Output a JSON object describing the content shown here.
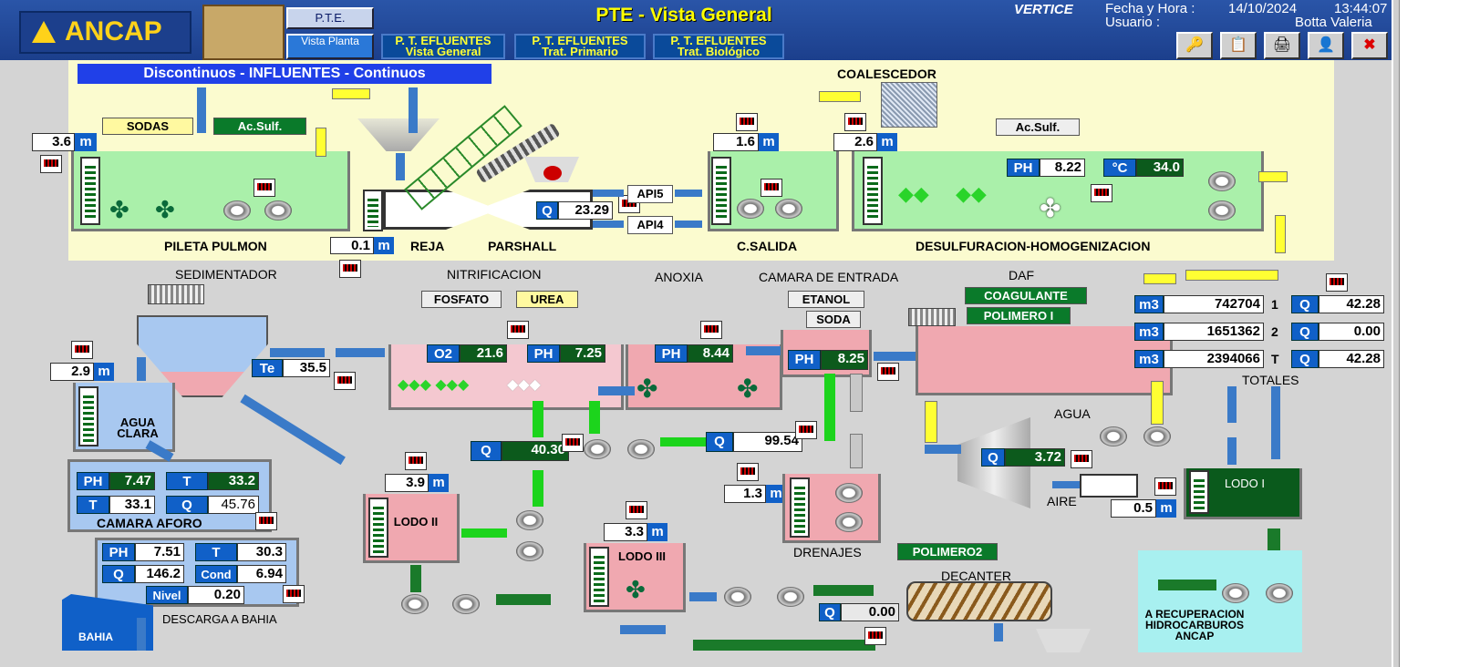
{
  "header": {
    "brand": "ANCAP",
    "buttons": {
      "pte": "P.T.E.",
      "vista_planta": "Vista Planta"
    },
    "tabs": [
      {
        "l1": "P. T. EFLUENTES",
        "l2": "Vista General"
      },
      {
        "l1": "P. T. EFLUENTES",
        "l2": "Trat. Primario"
      },
      {
        "l1": "P. T. EFLUENTES",
        "l2": "Trat. Biológico"
      }
    ],
    "title": "PTE - Vista General",
    "vendor": "VERTICE",
    "fecha_label": "Fecha y Hora :",
    "fecha_value": "14/10/2024",
    "hora_value": "13:44:07",
    "usuario_label": "Usuario :",
    "usuario_value": "Botta Valeria"
  },
  "influentes": "Discontinuos  -  INFLUENTES  -  Continuos",
  "labels": {
    "sodas": "SODAS",
    "acsulf1": "Ac.Sulf.",
    "acsulf2": "Ac.Sulf.",
    "pileta": "PILETA PULMON",
    "reja": "REJA",
    "parshall": "PARSHALL",
    "api5": "API5",
    "api4": "API4",
    "csalida": "C.SALIDA",
    "coalescedor": "COALESCEDOR",
    "desulf": "DESULFURACION-HOMOGENIZACION",
    "sedimentador": "SEDIMENTADOR",
    "nitrificacion": "NITRIFICACION",
    "anoxia": "ANOXIA",
    "camara_entrada": "CAMARA DE ENTRADA",
    "daf": "DAF",
    "fosfato": "FOSFATO",
    "urea": "UREA",
    "etanol": "ETANOL",
    "soda": "SODA",
    "coagulante": "COAGULANTE",
    "polimero1": "POLIMERO I",
    "polimero2": "POLIMERO2",
    "agua_clara": "AGUA CLARA",
    "camara_aforo": "CAMARA AFORO",
    "descarga": "DESCARGA A BAHIA",
    "bahia": "BAHIA",
    "lodo2": "LODO II",
    "lodo3": "LODO III",
    "lodo1": "LODO I",
    "drenajes": "DRENAJES",
    "decanter": "DECANTER",
    "agua": "AGUA",
    "aire": "AIRE",
    "totales": "TOTALES",
    "recuperacion": "A RECUPERACION HIDROCARBUROS ANCAP"
  },
  "units": {
    "m": "m",
    "m3": "m3",
    "q": "Q",
    "ph": "PH",
    "c": "°C",
    "te": "Te",
    "t": "T",
    "o2": "O2",
    "cond": "Cond",
    "nivel": "Nivel"
  },
  "values": {
    "pileta_level": "3.6",
    "reja_level": "0.1",
    "parshall_q": "23.29",
    "csalida_level": "1.6",
    "coal_level": "2.6",
    "desulf_ph": "8.22",
    "desulf_temp": "34.0",
    "sed_te": "35.5",
    "agua_clara_level": "2.9",
    "nitri_o2": "21.6",
    "nitri_ph": "7.25",
    "anox_ph": "8.44",
    "cam_ph": "8.25",
    "recirc_q": "40.30",
    "flow_q": "99.54",
    "lodo2_level": "3.9",
    "lodo3_level": "3.3",
    "drenajes_level": "1.3",
    "daf_q": "3.72",
    "aire_level": "0.5",
    "decanter_q": "0.00",
    "aforo_ph": "7.47",
    "aforo_t1": "33.2",
    "aforo_t2": "33.1",
    "aforo_q": "45.76",
    "bahia_ph": "7.51",
    "bahia_t": "30.3",
    "bahia_q": "146.2",
    "bahia_cond": "6.94",
    "bahia_nivel": "0.20",
    "totals": [
      {
        "m3": "742704",
        "idx": "1",
        "q": "42.28"
      },
      {
        "m3": "1651362",
        "idx": "2",
        "q": "0.00"
      },
      {
        "m3": "2394066",
        "idx": "T",
        "q": "42.28"
      }
    ]
  }
}
